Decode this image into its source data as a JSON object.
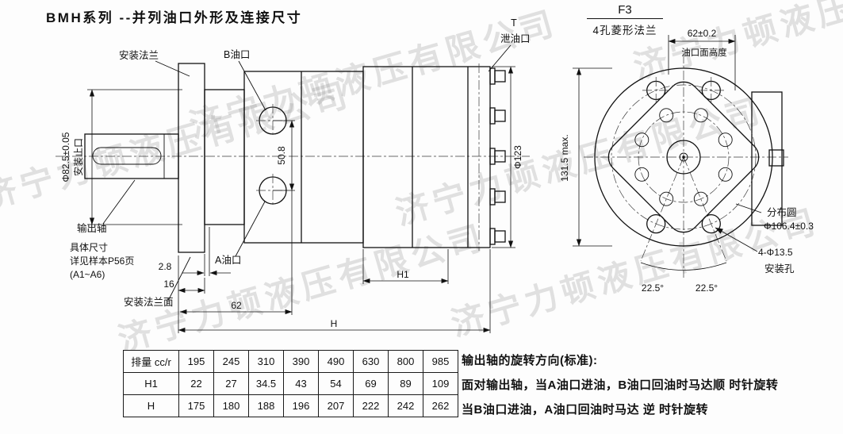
{
  "title": "BMH系列 --并列油口外形及连接尺寸",
  "watermark": {
    "text": "济宁力顿液压有限公司"
  },
  "flange_callout": {
    "code": "F3",
    "name": "4孔菱形法兰"
  },
  "side_view": {
    "mounting_flange": "安装法兰",
    "port_b": "B油口",
    "port_a": "A油口",
    "drain_t": "T",
    "drain_port": "泄油口",
    "spigot_dia": "Φ82.5±0.05",
    "spigot_label": "安装止口",
    "output_shaft": "输出轴",
    "detail_note_1": "具体尺寸",
    "detail_note_2": "详见样本P56页",
    "detail_note_3": "(A1~A6)",
    "flange_face": "安装法兰面",
    "dim_50_8": "50.8",
    "dim_123": "Φ123",
    "dim_2_8": "2.8",
    "dim_16": "16",
    "dim_62": "62",
    "dim_H": "H",
    "dim_H1": "H1"
  },
  "front_view": {
    "dim_62": "62±0.2",
    "port_face_height": "油口面高度",
    "dim_131_5": "131.5 max.",
    "bolt_circle_1": "分布圆",
    "bolt_circle_2": "Φ106.4±0.3",
    "mount_holes_1": "4-Φ13.5",
    "mount_holes_2": "安装孔",
    "angle_left": "22.5°",
    "angle_right": "22.5°"
  },
  "table": {
    "rows": [
      {
        "label": "排量 cc/r",
        "values": [
          "195",
          "245",
          "310",
          "390",
          "490",
          "630",
          "800",
          "985"
        ]
      },
      {
        "label": "H1",
        "values": [
          "22",
          "27",
          "34.5",
          "43",
          "54",
          "69",
          "89",
          "109"
        ]
      },
      {
        "label": "H",
        "values": [
          "175",
          "180",
          "188",
          "196",
          "207",
          "222",
          "242",
          "262"
        ]
      }
    ]
  },
  "notes": {
    "heading": "输出轴的旋转方向(标准):",
    "line1": "面对输出轴，当A油口进油，B油口回油时马达顺 时针旋转",
    "line2": "当B油口进油，A油口回油时马达 逆 时针旋转"
  }
}
